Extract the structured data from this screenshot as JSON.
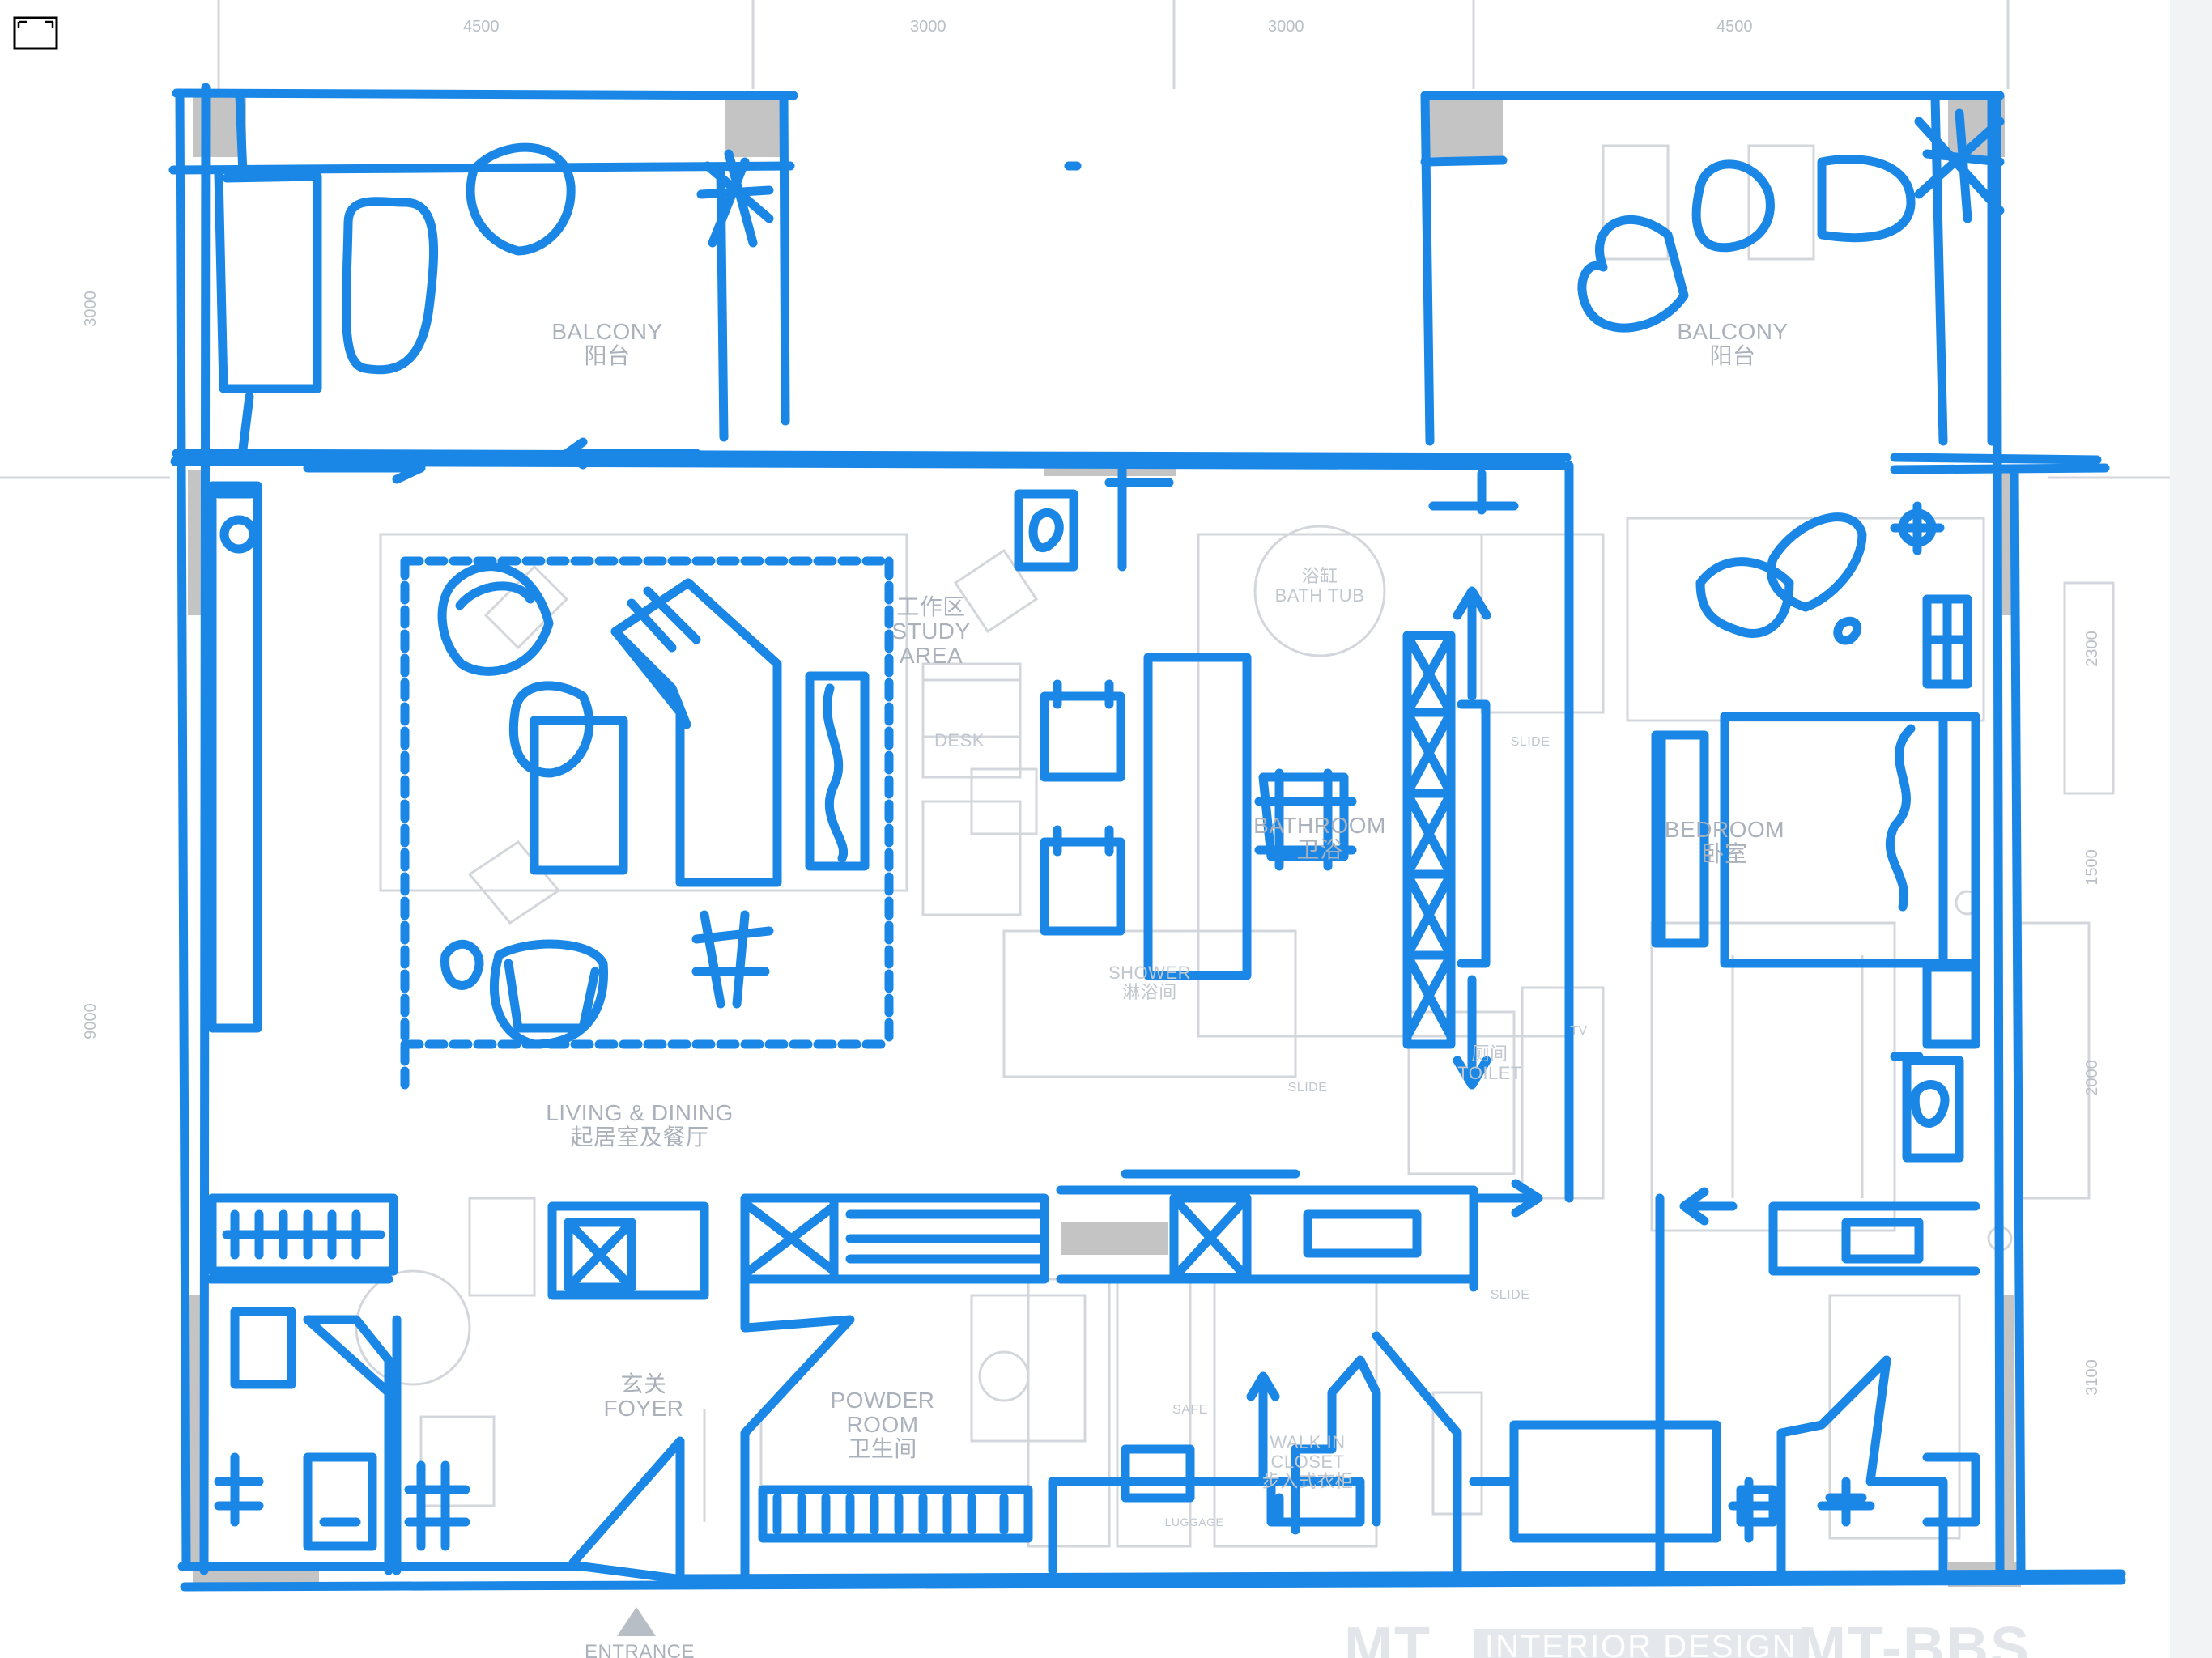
{
  "toolbar": {
    "fullscreen_icon": "expand-frame-icon"
  },
  "dimensions": {
    "top": [
      "4500",
      "3000",
      "3000",
      "4500"
    ],
    "left": [
      "3000",
      "9000"
    ],
    "right": [
      "2300",
      "1500",
      "2000",
      "3100"
    ]
  },
  "rooms": {
    "balcony_left": {
      "en": "BALCONY",
      "cn": "阳台"
    },
    "balcony_right": {
      "en": "BALCONY",
      "cn": "阳台"
    },
    "study": {
      "cn": "工作区",
      "en1": "STUDY",
      "en2": "AREA"
    },
    "living": {
      "en": "LIVING & DINING",
      "cn": "起居室及餐厅"
    },
    "bathroom": {
      "en": "BATHROOM",
      "cn": "卫浴"
    },
    "bath_tub": {
      "cn": "浴缸",
      "en": "BATH TUB"
    },
    "shower": {
      "en": "SHOWER",
      "cn": "淋浴间"
    },
    "toilet": {
      "cn": "厕间",
      "en": "TOILET"
    },
    "bedroom": {
      "en": "BEDROOM",
      "cn": "卧室"
    },
    "foyer": {
      "cn": "玄关",
      "en": "FOYER"
    },
    "powder": {
      "en1": "POWDER",
      "en2": "ROOM",
      "cn": "卫生间"
    },
    "closet": {
      "en1": "WALK IN",
      "en2": "CLOSET",
      "cn": "步入式衣柜"
    },
    "entrance": {
      "en": "ENTRANCE"
    }
  },
  "small_labels": {
    "desk": "DESK",
    "slide1": "SLIDE",
    "slide2": "SLIDE",
    "slide3": "SLIDE",
    "tv": "TV",
    "safe": "SAFE",
    "luggage": "LUGGAGE"
  },
  "watermark": {
    "left": "MT",
    "mid": "INTERIOR DESIGN",
    "right": "MT-BBS"
  },
  "colors": {
    "sketch_blue": "#1a87e6",
    "base_plan_grey": "#c9ced4",
    "column_fill": "#c4c4c4"
  }
}
